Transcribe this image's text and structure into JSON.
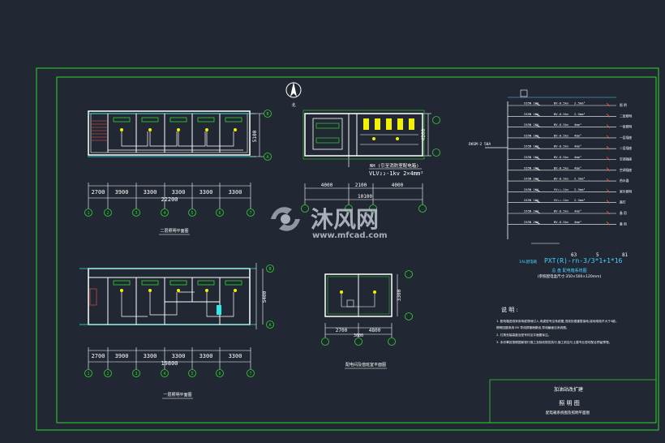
{
  "drawing": {
    "bg": "#222833",
    "colors": {
      "frame": "#2fd52f",
      "wall": "#ffffff",
      "dim": "#4ad0ff",
      "circuit": "#ff5050",
      "fixture": "#f2f200",
      "cyan": "#33e8e8",
      "magenta": "#ff60ff"
    }
  },
  "plans": {
    "second_floor": {
      "title": "二层照明平面图",
      "dims_top_left": "5100",
      "dims_bottom": [
        "2700",
        "3900",
        "3300",
        "3300",
        "3300",
        "3300"
      ],
      "total": "22200",
      "axis_marks": [
        "1",
        "2",
        "3",
        "4",
        "5",
        "6",
        "7"
      ],
      "row_marks": [
        "B",
        "A"
      ]
    },
    "first_floor": {
      "title": "一层照明平面图",
      "dims_bottom": [
        "2700",
        "3900",
        "3300",
        "3300",
        "3300",
        "3300"
      ],
      "total": "19800",
      "right_dim": "5400",
      "axis_marks": [
        "1",
        "2",
        "3",
        "4",
        "5",
        "6",
        "7"
      ],
      "row_marks": [
        "B",
        "A"
      ]
    },
    "toilet": {
      "cable_note": "NH (引至消防室配电箱)",
      "cable_spec": "VLV₂₂-1kv 2×4mm²",
      "dims_bottom": [
        "4000",
        "2100",
        "4000"
      ],
      "total": "10100",
      "right_dim": "4200"
    },
    "small_room": {
      "title": "配电间及值班室平面图",
      "dims_bottom": [
        "2700",
        "4800"
      ],
      "total": "3600",
      "right_dim": "3300"
    }
  },
  "panel": {
    "incoming": "DKSM-2 50A",
    "circuits": [
      {
        "breaker": "C65N 10A",
        "cable": "BV-0.5kv",
        "size": "2.5mm²",
        "label": "照 明"
      },
      {
        "breaker": "C65N 10A",
        "cable": "BV-0.5kv",
        "size": "2.5mm²",
        "label": "二层照明"
      },
      {
        "breaker": "C65N 16A",
        "cable": "BV-0.5kv",
        "size": "4mm²",
        "label": "一层照明"
      },
      {
        "breaker": "C65N 16A",
        "cable": "BV-0.5kv",
        "size": "4mm²",
        "label": "一层插座"
      },
      {
        "breaker": "C65N 16A",
        "cable": "BV-0.5kv",
        "size": "4mm²",
        "label": "二层插座"
      },
      {
        "breaker": "C65N 16A",
        "cable": "BV-0.5kv",
        "size": "4mm²",
        "label": "空调插座"
      },
      {
        "breaker": "C65N 20A",
        "cable": "BV-0.5kv",
        "size": "4mm²",
        "label": "空调插座"
      },
      {
        "breaker": "C65N 20A",
        "cable": "BV-0.5kv",
        "size": "2.5mm²",
        "label": "热水器"
      },
      {
        "breaker": "C65N 16A",
        "cable": "VV₂₂-1kv",
        "size": "2.5mm²",
        "label": "室外照明"
      },
      {
        "breaker": "C65N 16A",
        "cable": "VV₂₂-1kv",
        "size": "2.5mm²",
        "label": "路灯"
      },
      {
        "breaker": "C65N 20A",
        "cable": "BV-0.5kv",
        "size": "4mm²",
        "label": "备 用"
      },
      {
        "breaker": "C65N 20A",
        "cable": "BV-0.5kv",
        "size": "4mm²",
        "label": "备 用"
      }
    ],
    "model": "PXT(R)-rn-3/3*1+1*16",
    "model_prefix": "1AL配电箱",
    "model_nums": [
      "63",
      "5",
      "81"
    ],
    "caption": "总 盘 配电箱系统图",
    "caption_note": "(参照配电盒尺寸:350×500×120mm)"
  },
  "notes": {
    "heading": "说 明 :",
    "items": [
      "1. 配电箱进线采用电缆埋地引入,电缆型号见系统图,进线处做重复接地,接地电阻不大于4欧。",
      "   照明回路采用 BV 导线穿管暗敷设,导线截面见系统图。",
      "2. 灯具安装高度及型号详见平面图标注。",
      "3. 未尽事宜按照国家现行施工及验收规范执行,施工前应与土建专业密切配合预留预埋。"
    ]
  },
  "title_block": {
    "project": "加油站改扩建",
    "sheet": "照 明 图",
    "subtitle": "配电箱系统图及照明平面图"
  },
  "watermark": {
    "brand": "沐风网",
    "url": "www.mfcad.com"
  },
  "north": "北"
}
